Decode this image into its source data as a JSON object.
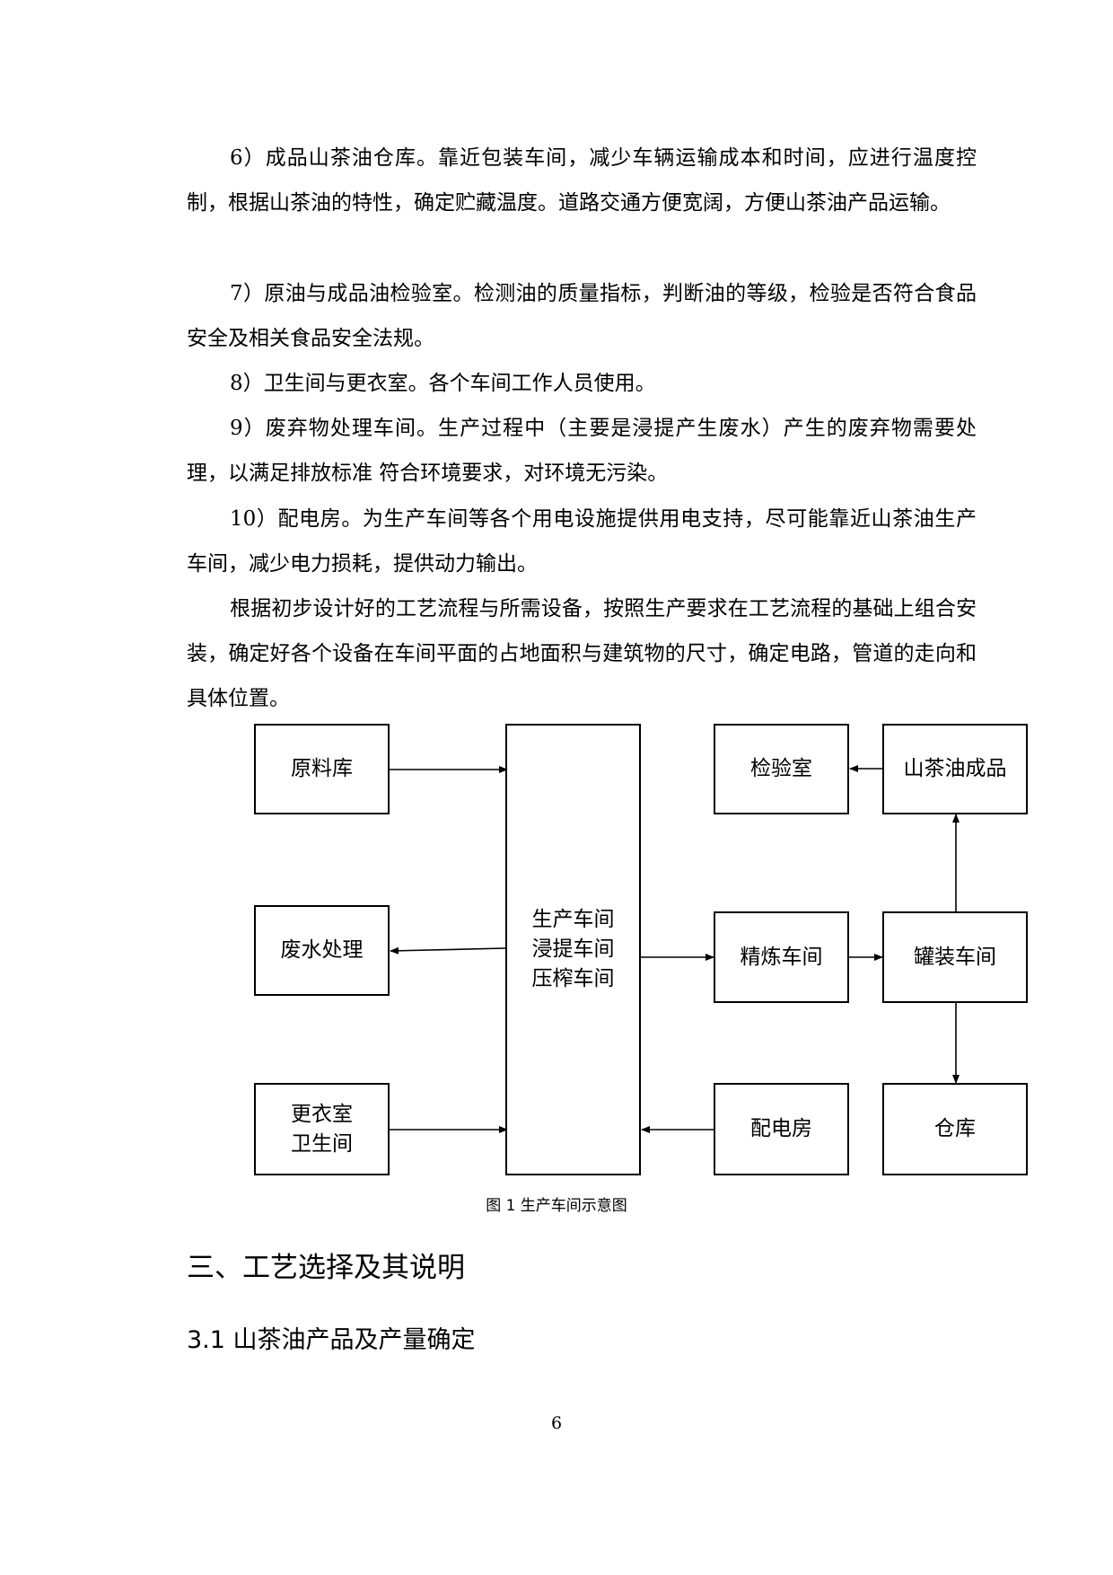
{
  "paragraphs": [
    "6）成品山茶油仓库。靠近包装车间，减少车辆运输成本和时间，应进行温度控制，根据山茶油的特性，确定贮藏温度。道路交通方便宽阔，方便山茶油产品运输。",
    "7）原油与成品油检验室。检测油的质量指标，判断油的等级，检验是否符合食品安全及相关食品安全法规。",
    "8）卫生间与更衣室。各个车间工作人员使用。",
    "9）废弃物处理车间。生产过程中（主要是浸提产生废水）产生的废弃物需要处理，以满足排放标准 符合环境要求，对环境无污染。",
    "10）配电房。为生产车间等各个用电设施提供用电支持，尽可能靠近山茶油生产车间，减少电力损耗，提供动力输出。",
    "根据初步设计好的工艺流程与所需设备，按照生产要求在工艺流程的基础上组合安装，确定好各个设备在车间平面的占地面积与建筑物的尺寸，确定电路，管道的走向和具体位置。"
  ],
  "diagram": {
    "raw_material": "原料库",
    "wastewater": "废水处理",
    "changing_room_line1": "更衣室",
    "changing_room_line2": "卫生间",
    "workshop_line1": "生产车间",
    "workshop_line2": "浸提车间",
    "workshop_line3": "压榨车间",
    "refining": "精炼车间",
    "power_room": "配电房",
    "inspection": "检验室",
    "finished_oil": "山茶油成品",
    "canning": "罐装车间",
    "warehouse": "仓库"
  },
  "caption": "图 1  生产车间示意图",
  "heading_section": "三、工艺选择及其说明",
  "heading_subsection": "3.1 山茶油产品及产量确定",
  "page_number": "6"
}
